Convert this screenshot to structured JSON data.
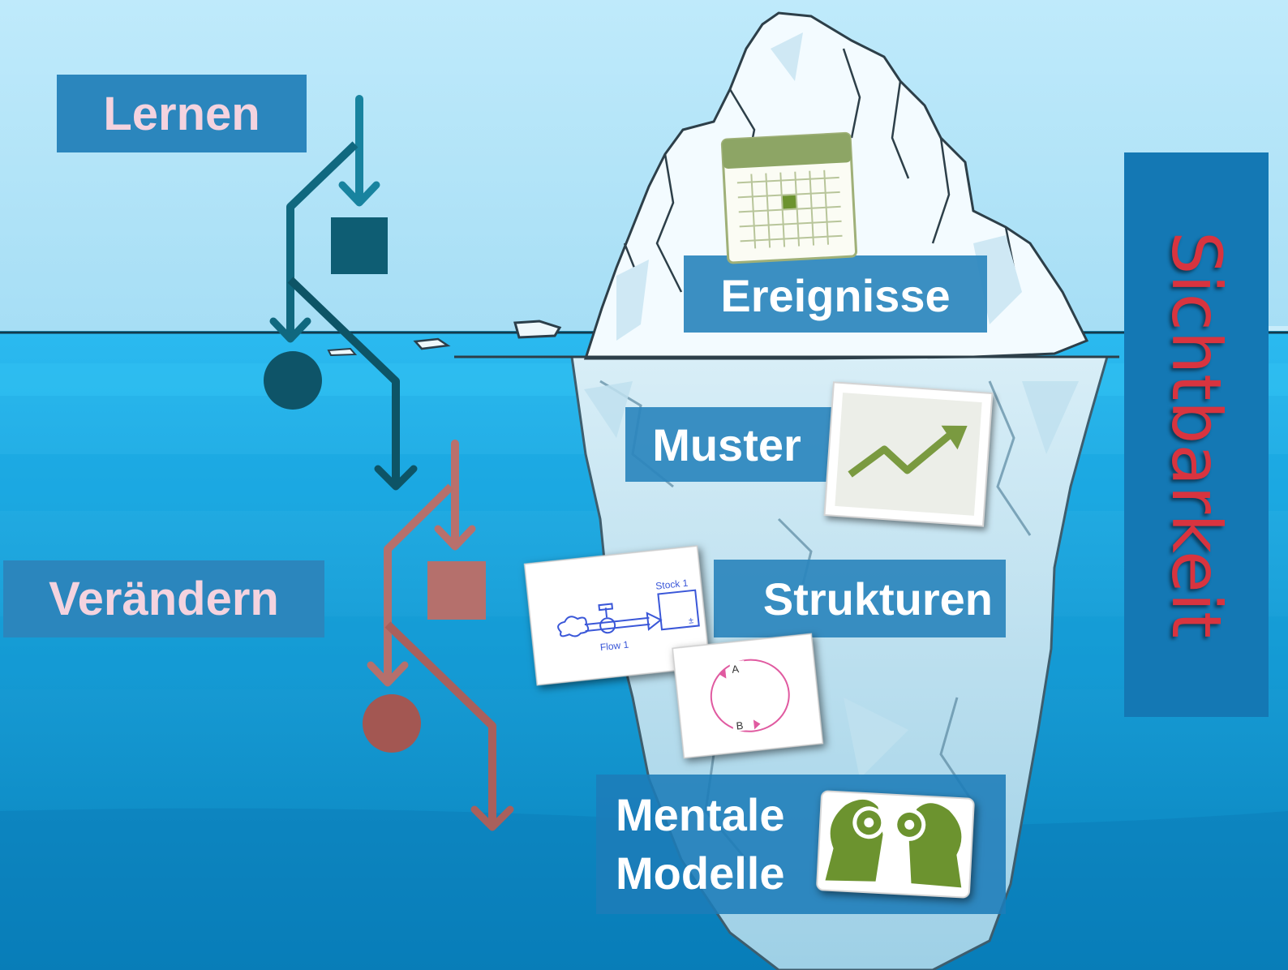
{
  "labels": {
    "learn": "Lernen",
    "change": "Verändern",
    "visibility": "Sichtbarkeit",
    "events": "Ereignisse",
    "patterns": "Muster",
    "structures": "Strukturen",
    "mental_models_line1": "Mentale",
    "mental_models_line2": "Modelle"
  },
  "stock_flow": {
    "stock_label": "Stock 1",
    "flow_label": "Flow 1",
    "sign": "±"
  },
  "loop": {
    "node_a": "A",
    "node_b": "B"
  },
  "colors": {
    "sky": "#aee3f7",
    "water_top": "#27b4ea",
    "water_bottom": "#0a89c2",
    "label_box": "#2b86bd",
    "learn_arrow": "#18839f",
    "learn_dark": "#0e5468",
    "change_arrow": "#b9706c",
    "change_dark": "#a35752",
    "visibility_box": "#1478b4",
    "visibility_text": "#d8343f",
    "icon_green": "#6c932f"
  },
  "icons": [
    "calendar-icon",
    "trend-chart-icon",
    "stock-flow-diagram-icon",
    "causal-loop-icon",
    "heads-gears-icon"
  ]
}
